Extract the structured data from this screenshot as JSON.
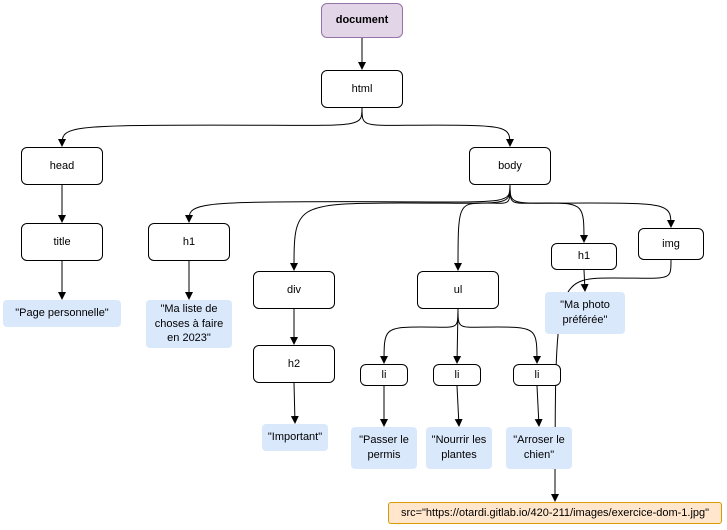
{
  "colors": {
    "root_fill": "#e1d5e7",
    "root_border": "#9673a6",
    "text_fill": "#dae8fc",
    "attr_fill": "#ffe6cc",
    "attr_border": "#d79b00"
  },
  "nodes": {
    "document": "document",
    "html": "html",
    "head": "head",
    "body": "body",
    "title": "title",
    "title_text": "\"Page personnelle\"",
    "h1_first": "h1",
    "h1_first_text": "\"Ma liste de\nchoses à faire\nen 2023\"",
    "div": "div",
    "h2": "h2",
    "h2_text": "\"Important\"",
    "ul": "ul",
    "li_1": "li",
    "li_1_text": "\"Passer le\npermis",
    "li_2": "li",
    "li_2_text": "\"Nourrir les\nplantes",
    "li_3": "li",
    "li_3_text": "\"Arroser le\nchien\"",
    "h1_second": "h1",
    "h1_second_text": "\"Ma photo\npréférée\"",
    "img": "img",
    "img_src": "src=\"https://otardi.gitlab.io/420-211/images/exercice-dom-1.jpg\""
  },
  "edges": [
    [
      "document",
      "html"
    ],
    [
      "html",
      "head"
    ],
    [
      "html",
      "body"
    ],
    [
      "head",
      "title"
    ],
    [
      "title",
      "title_text"
    ],
    [
      "body",
      "h1_first"
    ],
    [
      "body",
      "div"
    ],
    [
      "body",
      "ul"
    ],
    [
      "body",
      "h1_second"
    ],
    [
      "body",
      "img"
    ],
    [
      "h1_first",
      "h1_first_text"
    ],
    [
      "div",
      "h2"
    ],
    [
      "h2",
      "h2_text"
    ],
    [
      "ul",
      "li_1"
    ],
    [
      "ul",
      "li_2"
    ],
    [
      "ul",
      "li_3"
    ],
    [
      "li_1",
      "li_1_text"
    ],
    [
      "li_2",
      "li_2_text"
    ],
    [
      "li_3",
      "li_3_text"
    ],
    [
      "h1_second",
      "h1_second_text"
    ],
    [
      "img",
      "img_src"
    ]
  ]
}
